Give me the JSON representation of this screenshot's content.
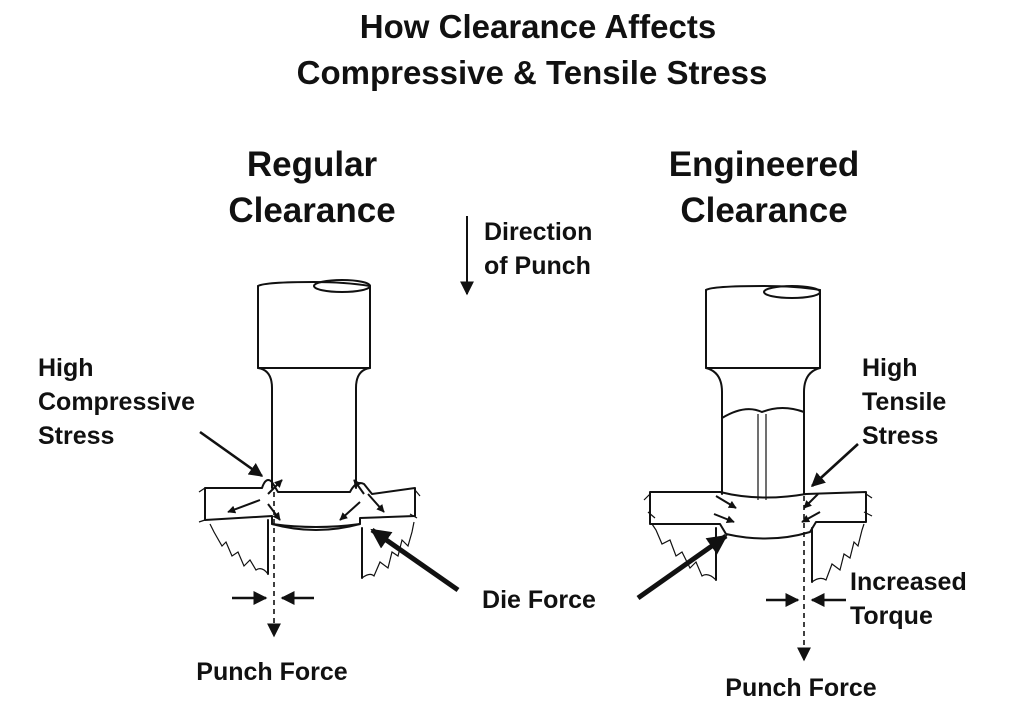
{
  "title": {
    "line1": "How Clearance Affects",
    "line2": "Compressive & Tensile Stress"
  },
  "direction_label": {
    "line1": "Direction",
    "line2": "of Punch"
  },
  "die_force_label": "Die  Force",
  "left_panel": {
    "heading_line1": "Regular",
    "heading_line2": "Clearance",
    "stress_line1": "High",
    "stress_line2": "Compressive",
    "stress_line3": "Stress",
    "punch_force_label": "Punch Force"
  },
  "right_panel": {
    "heading_line1": "Engineered",
    "heading_line2": "Clearance",
    "stress_line1": "High",
    "stress_line2": "Tensile",
    "stress_line3": "Stress",
    "torque_line1": "Increased",
    "torque_line2": "Torque",
    "punch_force_label": "Punch Force"
  }
}
